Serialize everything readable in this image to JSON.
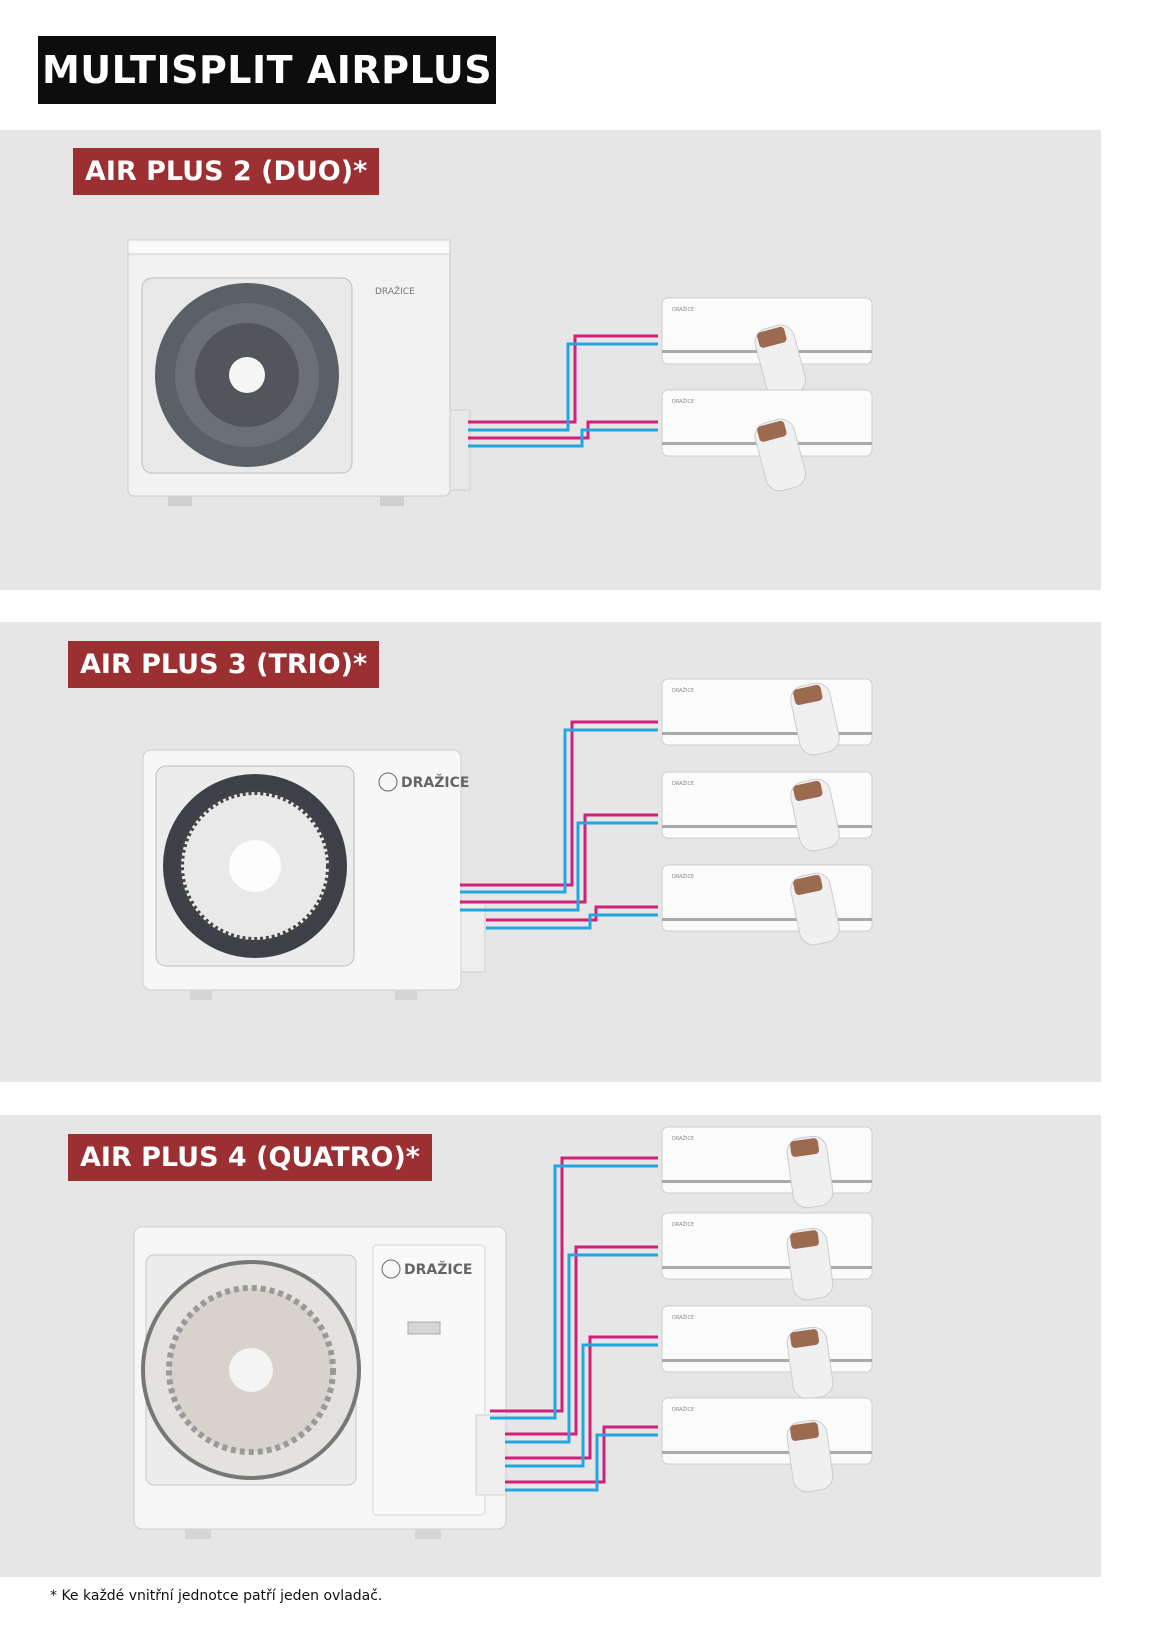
{
  "page_title": "MULTISPLIT AIRPLUS",
  "brand": "DRAŽICE",
  "colors": {
    "pipe_pink": "#d21f7a",
    "pipe_blue": "#22a6e2",
    "label_red": "#9c2f32",
    "panel_bg": "#e6e6e6"
  },
  "sections": [
    {
      "label": "AIR PLUS 2 (DUO)*",
      "indoor_units": 2
    },
    {
      "label": "AIR PLUS 3 (TRIO)*",
      "indoor_units": 3
    },
    {
      "label": "AIR PLUS 4 (QUATRO)*",
      "indoor_units": 4
    }
  ],
  "footnote": "* Ke každé vnitřní jednotce patří jeden ovladač."
}
